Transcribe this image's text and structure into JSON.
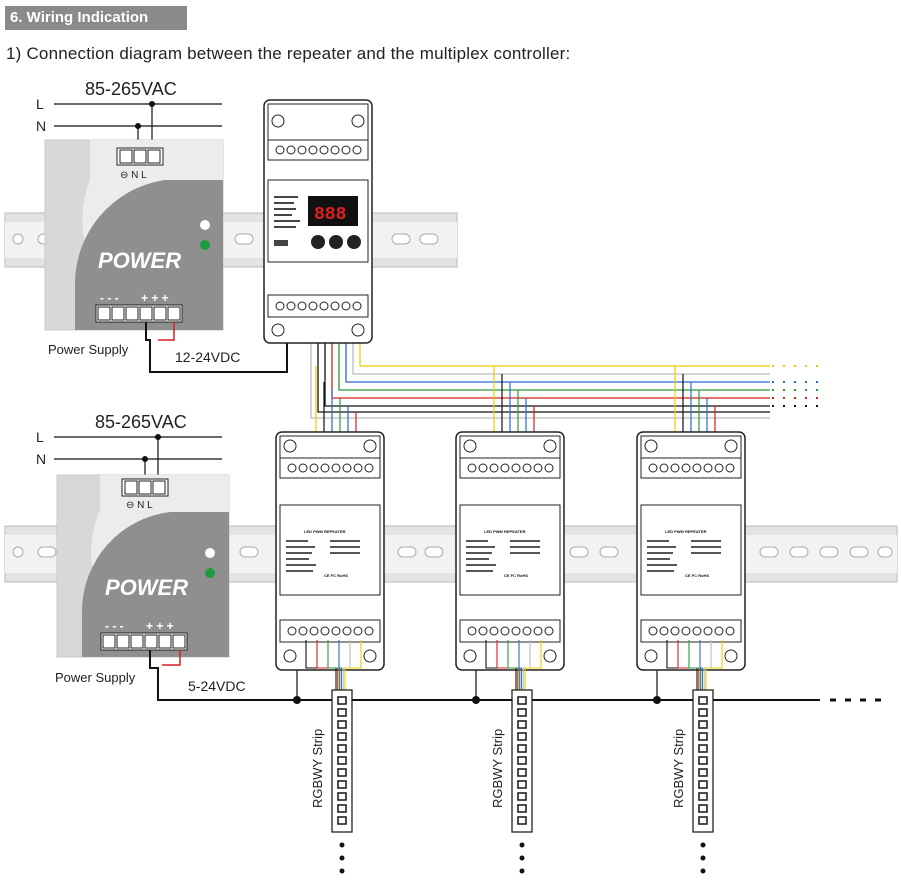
{
  "header": "6. Wiring Indication",
  "subtitle": "1)  Connection diagram between the repeater and the multiplex controller:",
  "ac_voltage": "85-265VAC",
  "line_L": "L",
  "line_N": "N",
  "power_label": "POWER",
  "power_supply_label": "Power Supply",
  "dc_top": "12-24VDC",
  "dc_bottom": "5-24VDC",
  "strip_label": "RGBWY Strip",
  "repeater_title": "LED PWM REPEATER",
  "cert": "CE FC RoHS",
  "display_digits": "888",
  "terminal_minus": "- - -",
  "terminal_plus": "+ + +",
  "gnd_label": "⊖ N L",
  "colors": {
    "wire_red": "#d42020",
    "wire_green": "#2a9a3a",
    "wire_blue": "#2a6ad0",
    "wire_white": "#bbbbbb",
    "wire_yellow": "#e8d000",
    "wire_black": "#111111",
    "power_green": "#1e9a3e",
    "rail": "#e3e3e3"
  }
}
